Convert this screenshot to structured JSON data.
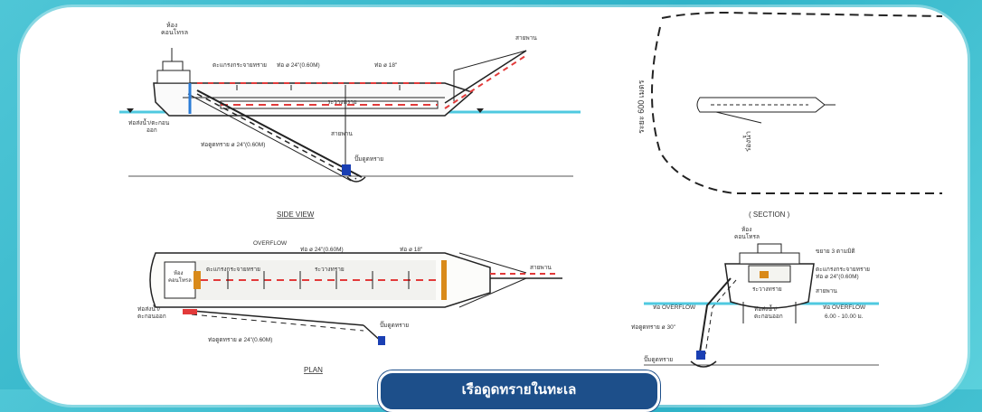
{
  "side_view": {
    "title": "SIDE VIEW",
    "control_room": "ห้อง\nคอนโทรล",
    "control_room_l1": "ห้อง",
    "control_room_l2": "คอนโทรล",
    "pipe_24": "ท่อ ø 24\"(0.60M)",
    "pipe_18": "ท่อ ø 18\"",
    "distributor": "ตะแกรงกระจายทราย",
    "sand_hold": "ระวางทราย",
    "conveyor": "สายพาน",
    "suction_pipe": "ท่อดูดทราย ø 24\"(0.60M)",
    "pump": "ปั๊มดูดทราย",
    "discharge_l1": "ท่อส่งน้ำ/ตะกอน",
    "discharge_l2": "ออก"
  },
  "section": {
    "title": "( SECTION )",
    "distance": "ระยะ 600 เมตร",
    "channel": "ร่องน้ำ"
  },
  "plan": {
    "title": "PLAN",
    "overflow": "OVERFLOW",
    "pipe_24": "ท่อ ø 24\"(0.60M)",
    "pipe_18": "ท่อ ø 18\"",
    "control_room_l1": "ห้อง",
    "control_room_l2": "คอนโทรล",
    "distributor": "ตะแกรงกระจายทราย",
    "sand_hold": "ระวางทราย",
    "conveyor": "สายพาน",
    "discharge_l1": "ท่อส่งน้ำ/",
    "discharge_l2": "ตะกอนออก",
    "suction_pipe": "ท่อดูดทราย ø 24\"(0.60M)",
    "pump": "ปั๊มดูดทราย"
  },
  "cross_section": {
    "control_room_l1": "ห้อง",
    "control_room_l2": "คอนโทรล",
    "width": "ขยาย 3 ตามมิติ",
    "distributor": "ตะแกรงกระจายทราย",
    "pipe_24": "ท่อ ø 24\"(0.60M)",
    "sand_hold": "ระวางทราย",
    "conveyor": "สายพาน",
    "overflow_left": "ท่อ OVERFLOW",
    "overflow_right": "ท่อ OVERFLOW",
    "depth": "6.00 - 10.00 ม.",
    "discharge_l1": "ท่อส่งน้ำ/",
    "discharge_l2": "ตะกอนออก",
    "suction_pipe": "ท่อดูดทราย ø 30\"",
    "pump": "ปั๊มดูดทราย"
  },
  "caption": "เรือดูดทรายในทะเล",
  "colors": {
    "frame": "#2fb3c8",
    "caption_bg": "#1d4f8a",
    "water": "#4fc9e0",
    "pipe_red": "#e23a3a",
    "pump_blue": "#1a3fb3"
  }
}
